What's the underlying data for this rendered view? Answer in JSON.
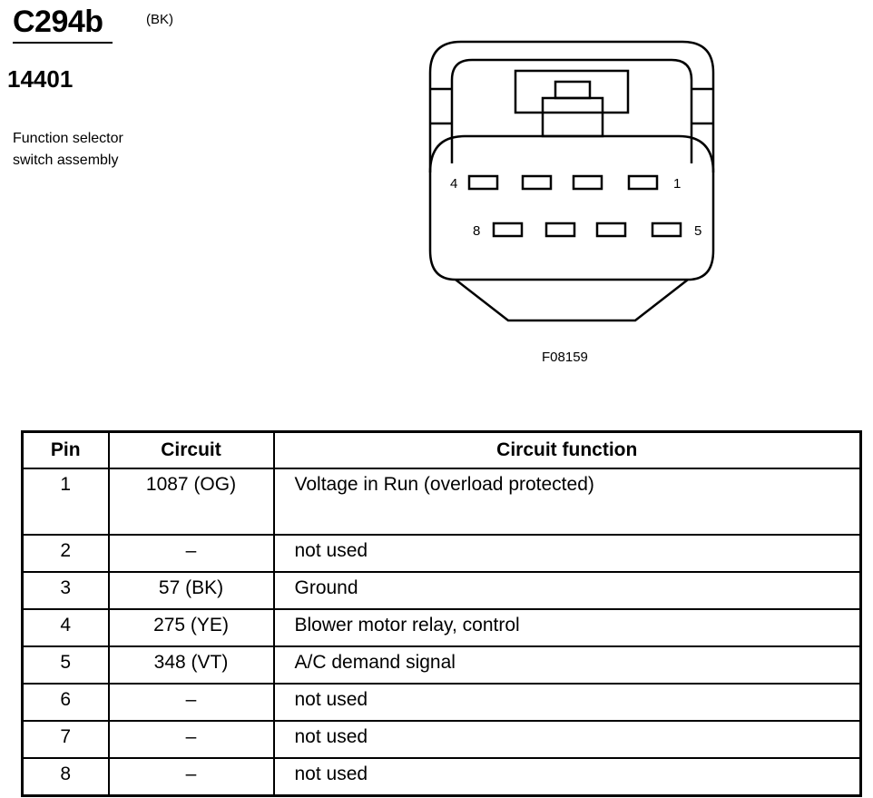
{
  "connector": {
    "id": "C294b",
    "color": "(BK)",
    "part_number": "14401",
    "description_line1": "Function selector",
    "description_line2": "switch assembly",
    "figure_label": "F08159",
    "pin_labels": {
      "p4": "4",
      "p1": "1",
      "p8": "8",
      "p5": "5"
    }
  },
  "table": {
    "headers": {
      "pin": "Pin",
      "circuit": "Circuit",
      "function": "Circuit function"
    },
    "rows": [
      {
        "pin": "1",
        "circuit": "1087 (OG)",
        "function": "Voltage in Run (overload protected)"
      },
      {
        "pin": "2",
        "circuit": "–",
        "function": "not used"
      },
      {
        "pin": "3",
        "circuit": "57 (BK)",
        "function": "Ground"
      },
      {
        "pin": "4",
        "circuit": "275 (YE)",
        "function": "Blower motor relay, control"
      },
      {
        "pin": "5",
        "circuit": "348 (VT)",
        "function": "A/C demand signal"
      },
      {
        "pin": "6",
        "circuit": "–",
        "function": "not used"
      },
      {
        "pin": "7",
        "circuit": "–",
        "function": "not used"
      },
      {
        "pin": "8",
        "circuit": "–",
        "function": "not used"
      }
    ]
  }
}
